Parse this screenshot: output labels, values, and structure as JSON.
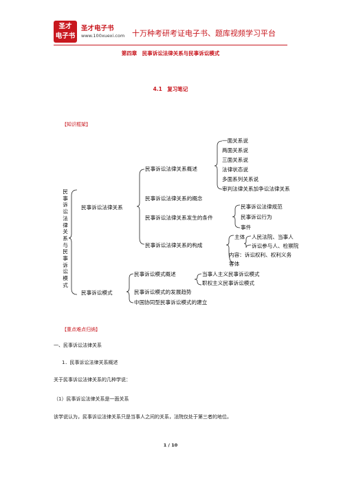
{
  "header": {
    "logo_top": "圣才",
    "logo_bottom": "电子书",
    "brand": "圣才电子书",
    "url": "www.100xuexi.com",
    "slogan": "十万种考研考证电子书、题库视频学习平台"
  },
  "chapter_title": "第四章　民事诉讼法律关系与民事诉讼模式",
  "section_title": "4.1　复习笔记",
  "knowledge_framework_label": "【知识框架】",
  "mindmap": {
    "root": "民事诉讼法律关系与民事诉讼模式",
    "legal_relation": "民事诉讼法律关系",
    "overview": "民事诉讼法律关系概述",
    "theories": [
      "一面关系说",
      "两面关系说",
      "三面关系说",
      "法律状态说",
      "多面系列关系说",
      "审判法律关系加争讼法律关系"
    ],
    "concept": "民事诉讼法律关系的概念",
    "occurrence": "民事诉讼法律关系发生的条件",
    "conditions": [
      "民事诉讼法律规范",
      "民事诉讼行为",
      "事件"
    ],
    "composition": "民事诉讼法律关系的构成",
    "subject": "主体",
    "subjects": [
      "人民法院、当事人",
      "诉讼参与人、检察院"
    ],
    "content": "内容：诉讼权利、权利义务",
    "object": "客体",
    "mode": "民事诉讼模式",
    "mode_overview": "民事诉讼模式概述",
    "modes": [
      "当事人主义民事诉讼模式",
      "职权主义民事诉讼模式"
    ],
    "trend": "民事诉讼模式的发展趋势",
    "china": "中国协同型民事诉讼模式的建立"
  },
  "key_points_label": "【重点难点归纳】",
  "heading_1": "一、民事诉讼法律关系",
  "heading_2": "1．民事诉讼法律关系概述",
  "para_1": "关于民事诉讼法律关系的几种学说：",
  "heading_3": "（1）民事诉讼法律关系是一面关系",
  "para_2": "该学说认为，民事诉讼法律关系只是当事人之间的关系，法院仅处于第三者的地位。",
  "page_number": "1 / 10",
  "colors": {
    "accent": "#c8171e"
  }
}
